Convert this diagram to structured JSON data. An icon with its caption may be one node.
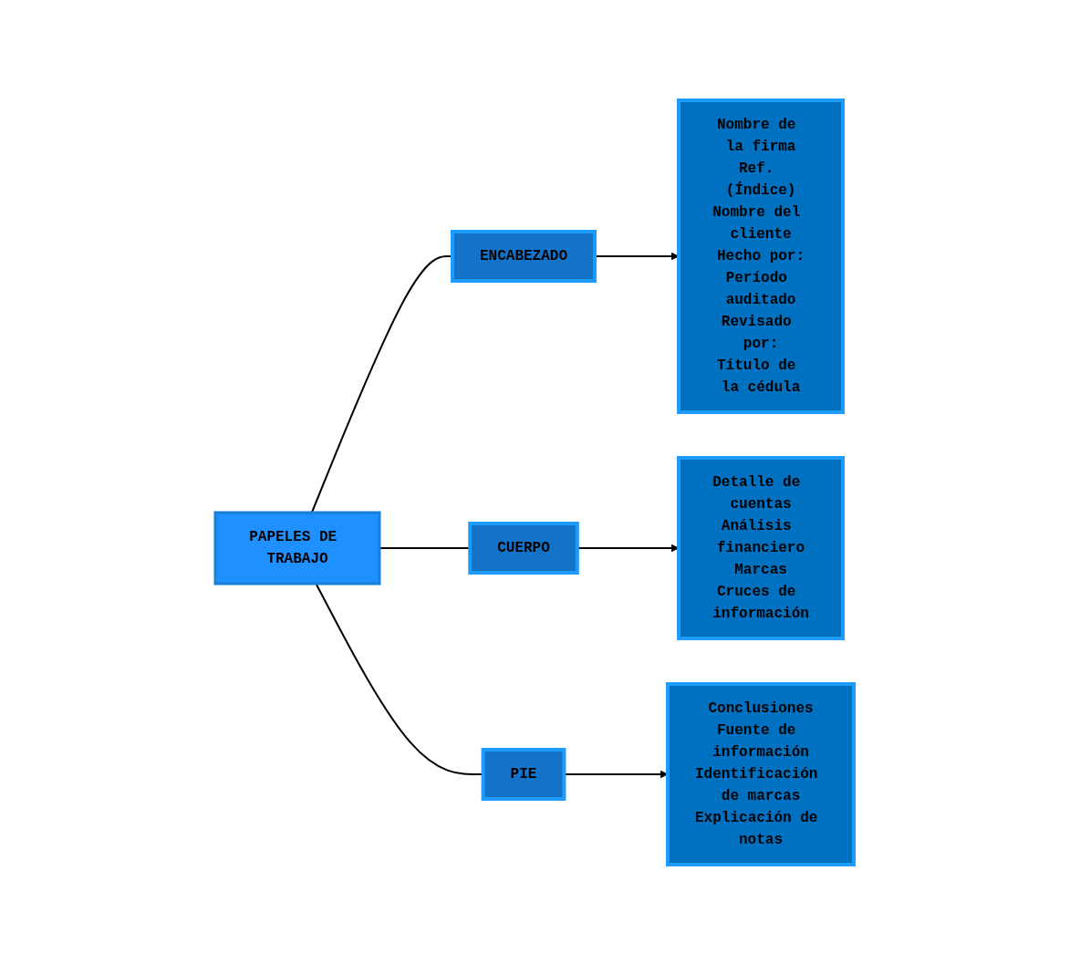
{
  "diagram": {
    "nodes": [
      {
        "text": [
          "PAPELES DE TRABAJO"
        ]
      },
      {
        "text": [
          "ENCABEZADO"
        ]
      },
      {
        "text": [
          "Nombre de la firma",
          "Ref. (Índice)",
          "Nombre del cliente",
          "Hecho por:",
          "Período auditado",
          "Revisado por:",
          "Título de la cédula"
        ]
      },
      {
        "text": [
          "CUERPO"
        ]
      },
      {
        "text": [
          "Detalle de cuentas",
          "Análisis financiero",
          "Marcas",
          "Cruces de información"
        ]
      },
      {
        "text": [
          "PIE"
        ]
      },
      {
        "text": [
          "Conclusiones",
          "Fuente de información",
          "Identificación de marcas",
          "Explicación de notas"
        ]
      }
    ],
    "edges": [
      {
        "from": 0,
        "to": 1,
        "arrow": "none"
      },
      {
        "from": 1,
        "to": 2,
        "arrow": "to"
      },
      {
        "from": 0,
        "to": 3,
        "arrow": "none"
      },
      {
        "from": 3,
        "to": 4,
        "arrow": "to"
      },
      {
        "from": 0,
        "to": 5,
        "arrow": "none"
      },
      {
        "from": 5,
        "to": 6,
        "arrow": "to"
      }
    ]
  }
}
